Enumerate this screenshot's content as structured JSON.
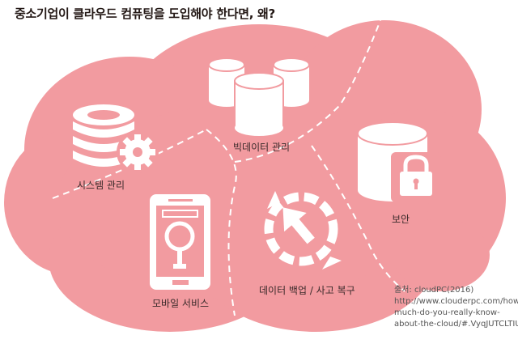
{
  "title": "중소기업이 클라우드 컴퓨팅을 도입해야 한다면, 왜?",
  "colors": {
    "cloud": "#f29ba0",
    "icon": "#ffffff",
    "text": "#231815"
  },
  "sections": [
    {
      "label": "시스템 관리",
      "icon": "database-gear-icon"
    },
    {
      "label": "빅데이터 관리",
      "icon": "cylinders-icon"
    },
    {
      "label": "보안",
      "icon": "database-lock-icon"
    },
    {
      "label": "모바일 서비스",
      "icon": "smartphone-search-icon"
    },
    {
      "label": "데이터 백업 / 사고 복구",
      "icon": "restore-arrow-icon"
    }
  ],
  "source": {
    "heading": "출처: cloudPC(2016)",
    "lines": [
      "http://www.clouderpc.com/how-",
      "much-do-you-really-know-",
      "about-the-cloud/#.VyqJUTCLTIU"
    ]
  }
}
